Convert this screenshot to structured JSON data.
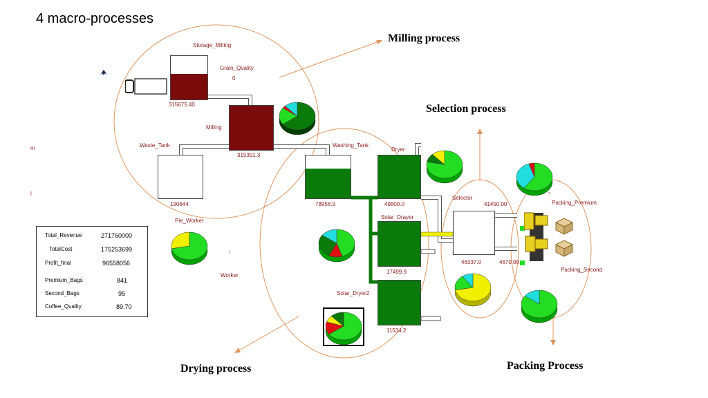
{
  "title": "4 macro-processes",
  "process_labels": {
    "milling": "Milling process",
    "selection": "Selection process",
    "drying": "Drying process",
    "packing": "Packing Process"
  },
  "stations": {
    "storage_milling": "Storage_Milling",
    "grain_quality": "Grain_Quality",
    "grain_quality_value": "0",
    "storage_value": "315675.40",
    "milling": "Milling",
    "milling_value": "315391.3",
    "waste_tank": "Waste_Tank",
    "waste_value": "190644",
    "washing_tank": "Washing_Tank",
    "washing_value": "78958.9",
    "dryer": "Dryer",
    "dryer_value": "49800.0",
    "solar_dryer": "Solar_Drayer",
    "solar_value": "17499.9",
    "solar_dryer2": "Solar_Dryer2",
    "solar2_value": "11534.2",
    "selector": "Selector",
    "selector_top_value": "41450.00",
    "selector_left_value": "46337.0",
    "selector_right_value": "4670.00",
    "packing_premium": "Packing_Premium",
    "packing_second": "Packing_Second",
    "pie_worker": "Pie_Worker",
    "worker": "Worker"
  },
  "side_marks": {
    "m": "m",
    "bar": "l"
  },
  "kpis": [
    {
      "name": "Total_Revenue",
      "value": "271760000"
    },
    {
      "name": "TotalCost",
      "value": "175253699"
    },
    {
      "name": "Profit_final",
      "value": "96558056"
    },
    {
      "name": "Premium_Bags",
      "value": "841"
    },
    {
      "name": "Second_Bags",
      "value": "95"
    },
    {
      "name": "Coffee_Quality",
      "value": "89.70"
    }
  ],
  "colors": {
    "dark_red": "#7b0a0a",
    "green": "#0a7a0a",
    "bright_green": "#22dd22",
    "yellow": "#f0f000",
    "cyan": "#22dddd",
    "red": "#dd1111",
    "ellipse": "#e0955e"
  },
  "pies": [
    {
      "name": "milling-pie",
      "slices": [
        {
          "v": 0.65,
          "c": "#0a7a0a"
        },
        {
          "v": 0.2,
          "c": "#22dd22"
        },
        {
          "v": 0.03,
          "c": "#dd1111"
        },
        {
          "v": 0.12,
          "c": "#22dddd"
        }
      ]
    },
    {
      "name": "dryer-pie",
      "slices": [
        {
          "v": 0.78,
          "c": "#22dd22"
        },
        {
          "v": 0.1,
          "c": "#0a7a0a"
        },
        {
          "v": 0.12,
          "c": "#f0f000"
        }
      ]
    },
    {
      "name": "worker-pie",
      "slices": [
        {
          "v": 0.72,
          "c": "#22dd22"
        },
        {
          "v": 0.28,
          "c": "#f0f000"
        }
      ]
    },
    {
      "name": "washing-pie",
      "slices": [
        {
          "v": 0.45,
          "c": "#22dd22"
        },
        {
          "v": 0.12,
          "c": "#dd1111"
        },
        {
          "v": 0.28,
          "c": "#0a7a0a"
        },
        {
          "v": 0.15,
          "c": "#22dddd"
        }
      ]
    },
    {
      "name": "solar2-pie",
      "slices": [
        {
          "v": 0.65,
          "c": "#22dd22"
        },
        {
          "v": 0.15,
          "c": "#dd1111"
        },
        {
          "v": 0.08,
          "c": "#f0f000"
        },
        {
          "v": 0.12,
          "c": "#0a7a0a"
        }
      ]
    },
    {
      "name": "selector-pie",
      "slices": [
        {
          "v": 0.72,
          "c": "#f0f000"
        },
        {
          "v": 0.18,
          "c": "#22dd22"
        },
        {
          "v": 0.1,
          "c": "#22dddd"
        }
      ]
    },
    {
      "name": "premium-pie",
      "slices": [
        {
          "v": 0.6,
          "c": "#22dd22"
        },
        {
          "v": 0.35,
          "c": "#22dddd"
        },
        {
          "v": 0.05,
          "c": "#dd1111"
        }
      ]
    },
    {
      "name": "second-pie",
      "slices": [
        {
          "v": 0.85,
          "c": "#22dd22"
        },
        {
          "v": 0.15,
          "c": "#22dddd"
        }
      ]
    }
  ],
  "tank_levels": {
    "storage": 0.58,
    "milling": 1.0,
    "waste": 0.0,
    "washing": 0.7,
    "dryer": 1.0,
    "solar": 1.0,
    "solar2": 1.0,
    "selector": 0.0
  }
}
